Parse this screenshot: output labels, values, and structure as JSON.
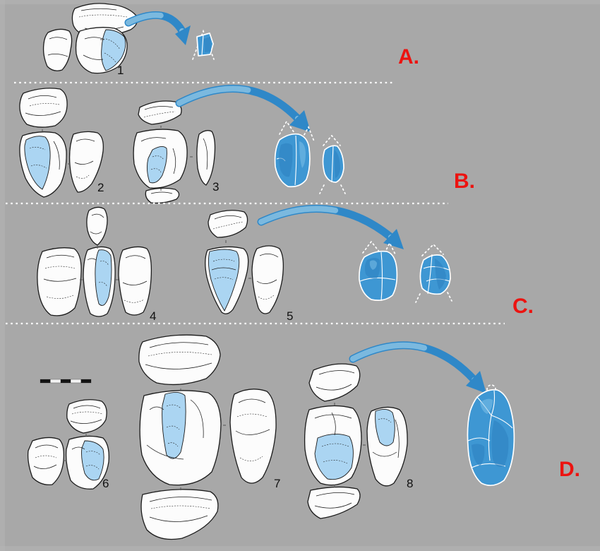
{
  "palette": {
    "background": "#a8a8a8",
    "refit_blue": "#3e97d3",
    "refit_blue_dark": "#2c7fc0",
    "highlight_blue": "#abd5f2",
    "arrow_blue": "#2f88c8",
    "label_red": "#ec1310",
    "drawing_ink": "#1b1b1b",
    "separator_white": "#ffffff"
  },
  "icons": {
    "refit_arrow": "curved-thick-arrow",
    "scale_bar": "alternating-black-white-segment-bar",
    "dotted_guide": "white-dotted-refit-outline"
  },
  "sections": [
    {
      "label": "A.",
      "numbers": [
        "1"
      ]
    },
    {
      "label": "B.",
      "numbers": [
        "2",
        "3"
      ]
    },
    {
      "label": "C.",
      "numbers": [
        "4",
        "5"
      ]
    },
    {
      "label": "D.",
      "numbers": [
        "6",
        "7",
        "8"
      ]
    }
  ]
}
